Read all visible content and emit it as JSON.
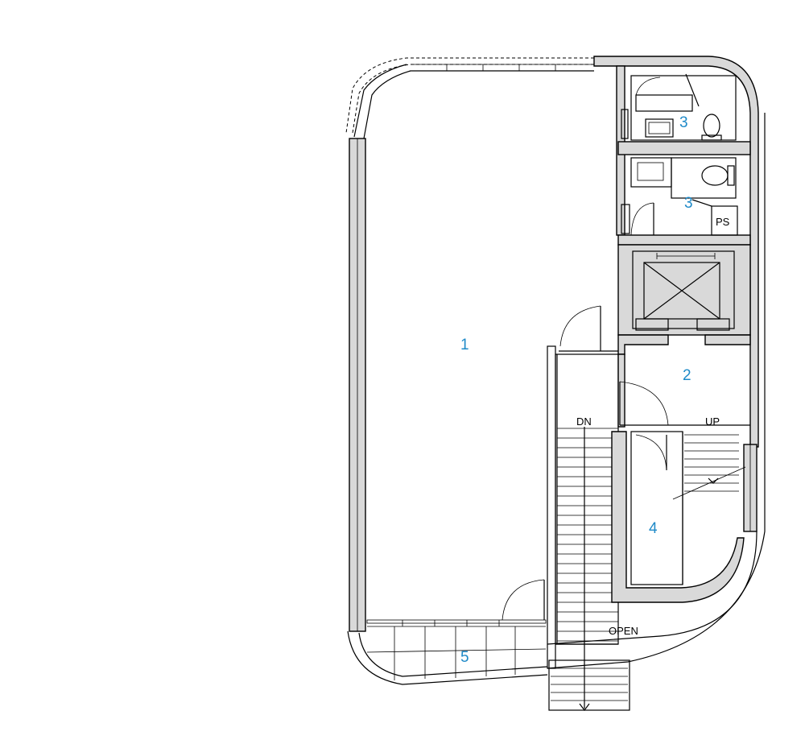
{
  "rooms": {
    "r1": "1",
    "r2": "2",
    "r3a": "3",
    "r3b": "3",
    "r4": "4",
    "r5": "5"
  },
  "annotations": {
    "ps": "PS",
    "dn": "DN",
    "up": "UP",
    "open": "OPEN"
  }
}
